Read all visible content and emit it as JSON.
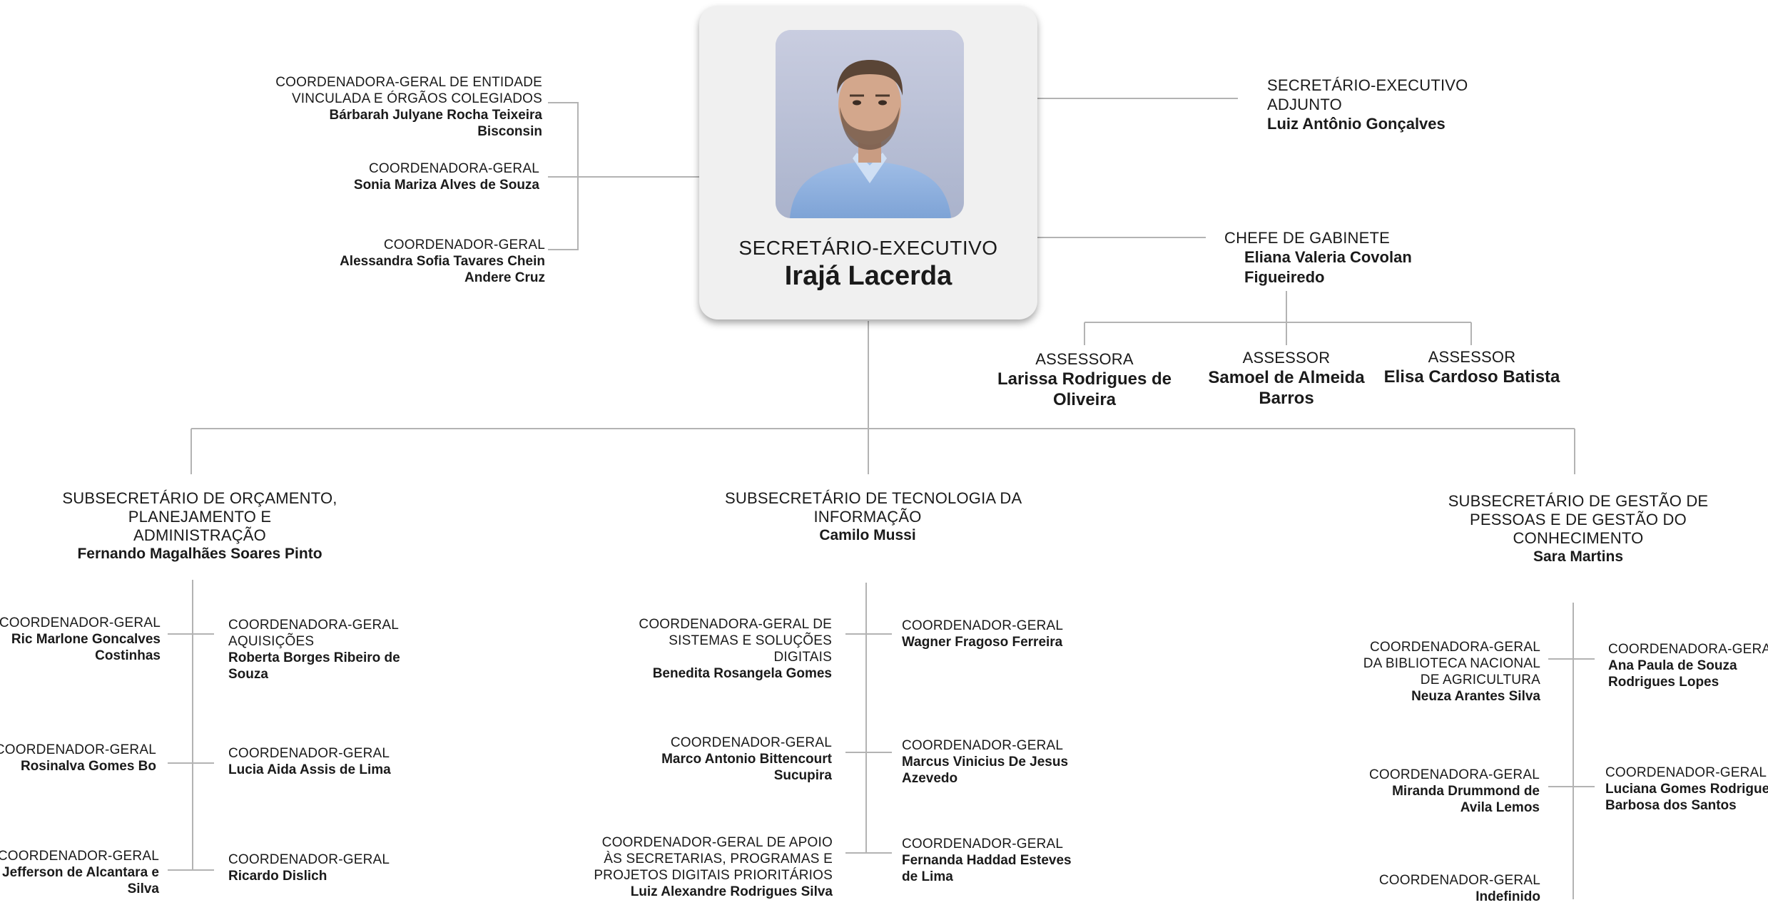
{
  "executive": {
    "role": "SECRETÁRIO-EXECUTIVO",
    "name": "Irajá Lacerda"
  },
  "left_coords": [
    {
      "role1": "COORDENADORA-GERAL DE ENTIDADE",
      "role2": "VINCULADA E ÓRGÃOS COLEGIADOS",
      "name1": "Bárbarah Julyane Rocha Teixeira",
      "name2": "Bisconsin"
    },
    {
      "role1": "COORDENADORA-GERAL",
      "name1": "Sonia Mariza Alves de Souza"
    },
    {
      "role1": "COORDENADOR-GERAL",
      "name1": "Alessandra Sofia Tavares Chein",
      "name2": "Andere Cruz"
    }
  ],
  "adjunct": {
    "role1": "SECRETÁRIO-EXECUTIVO",
    "role2": "ADJUNTO",
    "name1": "Luiz Antônio Gonçalves"
  },
  "chief": {
    "role1": "CHEFE DE GABINETE",
    "name1": "Eliana Valeria Covolan",
    "name2": "Figueiredo"
  },
  "advisors": [
    {
      "role1": "ASSESSORA",
      "name1": "Larissa Rodrigues de",
      "name2": "Oliveira"
    },
    {
      "role1": "ASSESSOR",
      "name1": "Samoel de Almeida",
      "name2": "Barros"
    },
    {
      "role1": "ASSESSOR",
      "name1": "Elisa Cardoso Batista"
    }
  ],
  "subsecretaries": [
    {
      "role1": "SUBSECRETÁRIO DE ORÇAMENTO,",
      "role2": "PLANEJAMENTO E",
      "role3": "ADMINISTRAÇÃO",
      "name1": "Fernando Magalhães Soares Pinto",
      "left": [
        {
          "role1": "COORDENADOR-GERAL",
          "name1": "Ric Marlone Goncalves",
          "name2": "Costinhas"
        },
        {
          "role1": "COORDENADOR-GERAL",
          "name1": "Rosinalva Gomes Bo"
        },
        {
          "role1": "COORDENADOR-GERAL",
          "name1": "Jefferson de Alcantara e",
          "name2": "Silva"
        }
      ],
      "right": [
        {
          "role1": "COORDENADORA-GERAL",
          "role2": "AQUISIÇÕES",
          "name1": "Roberta Borges Ribeiro de",
          "name2": "Souza"
        },
        {
          "role1": "COORDENADOR-GERAL",
          "name1": "Lucia Aida Assis de Lima"
        },
        {
          "role1": "COORDENADOR-GERAL",
          "name1": "Ricardo Dislich"
        }
      ]
    },
    {
      "role1": "SUBSECRETÁRIO DE TECNOLOGIA DA",
      "role2": "INFORMAÇÃO",
      "name1": "Camilo Mussi",
      "left": [
        {
          "role1": "COORDENADORA-GERAL DE",
          "role2": "SISTEMAS E SOLUÇÕES",
          "role3": "DIGITAIS",
          "name1": "Benedita Rosangela Gomes"
        },
        {
          "role1": "COORDENADOR-GERAL",
          "name1": "Marco Antonio Bittencourt",
          "name2": "Sucupira"
        },
        {
          "role1": "COORDENADOR-GERAL DE APOIO",
          "role2": "ÀS SECRETARIAS, PROGRAMAS E",
          "role3": "PROJETOS DIGITAIS PRIORITÁRIOS",
          "name1": "Luiz Alexandre Rodrigues Silva"
        }
      ],
      "right": [
        {
          "role1": "COORDENADOR-GERAL",
          "name1": "Wagner Fragoso Ferreira"
        },
        {
          "role1": "COORDENADOR-GERAL",
          "name1": "Marcus Vinicius De Jesus",
          "name2": "Azevedo"
        },
        {
          "role1": "COORDENADOR-GERAL",
          "name1": "Fernanda Haddad Esteves",
          "name2": "de Lima"
        }
      ]
    },
    {
      "role1": "SUBSECRETÁRIO DE GESTÃO DE",
      "role2": "PESSOAS E DE GESTÃO DO",
      "role3": "CONHECIMENTO",
      "name1": "Sara Martins",
      "left": [
        {
          "role1": "COORDENADORA-GERAL",
          "role2": "DA BIBLIOTECA NACIONAL",
          "role3": "DE AGRICULTURA",
          "name1": "Neuza Arantes Silva"
        },
        {
          "role1": "COORDENADORA-GERAL",
          "name1": "Miranda Drummond de",
          "name2": "Avila Lemos"
        },
        {
          "role1": "COORDENADOR-GERAL",
          "name1": "Indefinido"
        }
      ],
      "right": [
        {
          "role1": "COORDENADORA-GERAL",
          "name1": "Ana Paula de Souza",
          "name2": "Rodrigues Lopes"
        },
        {
          "role1": "COORDENADOR-GERAL",
          "name1": "Luciana Gomes Rodrigues",
          "name2": "Barbosa dos Santos"
        }
      ]
    }
  ]
}
